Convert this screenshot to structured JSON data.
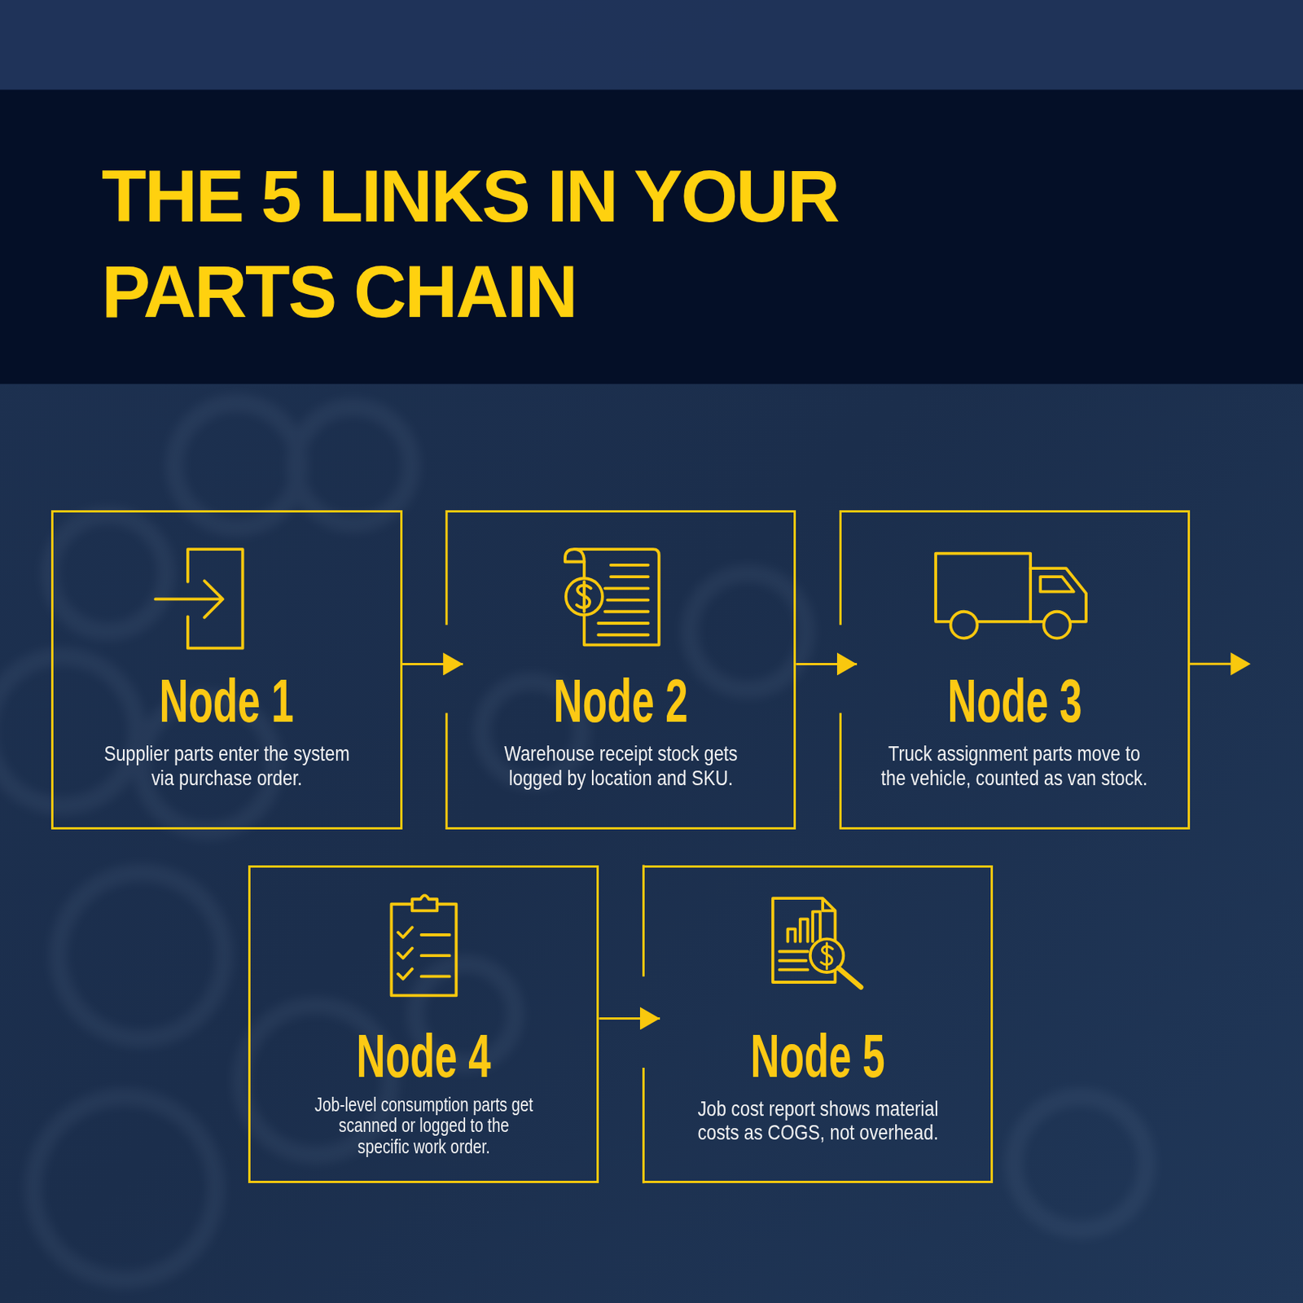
{
  "diagram": {
    "title": "THE 5 LINKS IN YOUR PARTS CHAIN",
    "nodes": [
      {
        "text": [
          "Node 1",
          "Supplier parts enter the system via purchase order."
        ]
      },
      {
        "text": [
          "Node 2",
          "Warehouse receipt stock gets logged by location and SKU."
        ]
      },
      {
        "text": [
          "Node 3",
          "Truck assignment parts move to the vehicle, counted as van stock."
        ]
      },
      {
        "text": [
          "Node 4",
          "Job-level consumption parts get scanned or logged to the specific work order."
        ]
      },
      {
        "text": [
          "Node 5",
          "Job cost report shows material costs as COGS, not overhead."
        ]
      }
    ],
    "edges": [
      {
        "from": 0,
        "to": 1,
        "arrow": "to"
      },
      {
        "from": 1,
        "to": 2,
        "arrow": "to"
      },
      {
        "from": 3,
        "to": 4,
        "arrow": "to"
      }
    ]
  }
}
